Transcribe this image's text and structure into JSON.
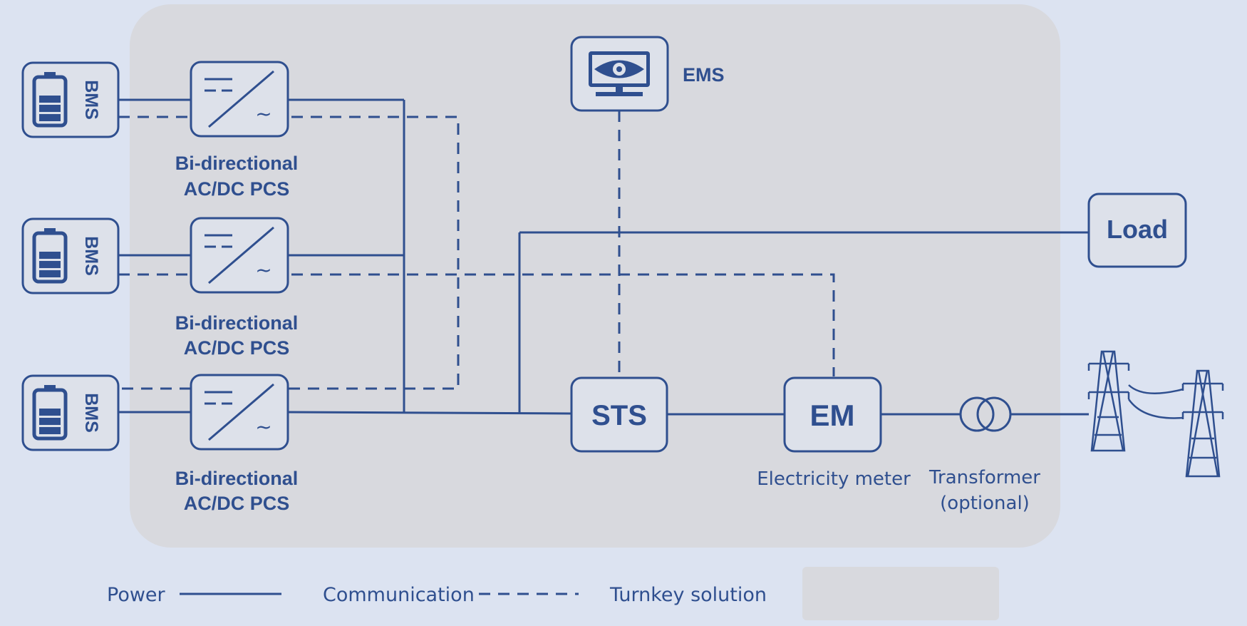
{
  "colors": {
    "background": "#dce3f1",
    "turnkey_area": "#d8d9de",
    "line": "#2f4f8f"
  },
  "bms": {
    "label": "BMS"
  },
  "pcs": {
    "line1": "Bi-directional",
    "line2": "AC/DC PCS"
  },
  "ems": {
    "label": "EMS",
    "icon": "monitor-eye-icon"
  },
  "load": {
    "label": "Load"
  },
  "sts": {
    "label": "STS"
  },
  "em": {
    "label": "EM",
    "caption": "Electricity meter"
  },
  "transformer": {
    "line1": "Transformer",
    "line2": "(optional)",
    "icon": "transformer-icon"
  },
  "grid": {
    "icon": "transmission-tower-icon"
  },
  "legend": {
    "power": "Power",
    "communication": "Communication",
    "turnkey": "Turnkey solution"
  }
}
